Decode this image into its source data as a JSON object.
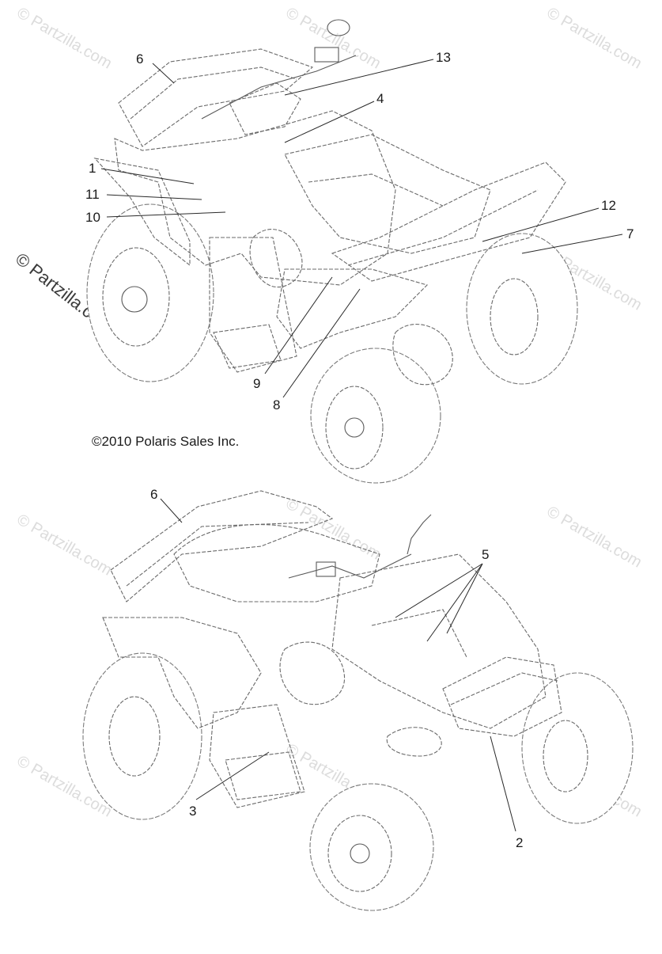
{
  "copyright": "©2010 Polaris Sales Inc.",
  "watermark": "© Partzilla.com",
  "side_watermark": "© Partzilla.com",
  "upper_callouts": [
    "1",
    "4",
    "6",
    "7",
    "8",
    "9",
    "10",
    "11",
    "12",
    "13"
  ],
  "lower_callouts": [
    "2",
    "3",
    "5",
    "6"
  ],
  "colors": {
    "line": "#6a6a6a",
    "text": "#1a1a1a",
    "watermark": "#dcdcdc"
  }
}
